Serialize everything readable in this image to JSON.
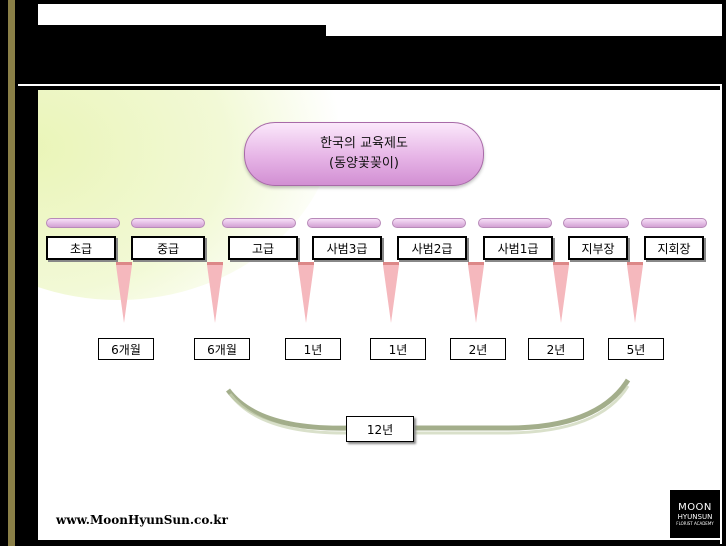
{
  "title": {
    "line1": "한국의 교육제도",
    "line2": "(동양꽃꽂이)"
  },
  "levels": [
    "초급",
    "중급",
    "고급",
    "사범3급",
    "사범2급",
    "사범1급",
    "지부장",
    "지회장"
  ],
  "durations": [
    "6개월",
    "6개월",
    "1년",
    "1년",
    "2년",
    "2년",
    "5년"
  ],
  "total": "12년",
  "footer_url": "www.MoonHyunSun.co.kr",
  "logo": {
    "line1": "MOON",
    "line2": "HYUNSUN",
    "line3": "FLORIST ACADEMY"
  },
  "colors": {
    "pill": "#e6b4e6",
    "arrow": "#f5b8bd",
    "glow": "#eaf5b8"
  }
}
